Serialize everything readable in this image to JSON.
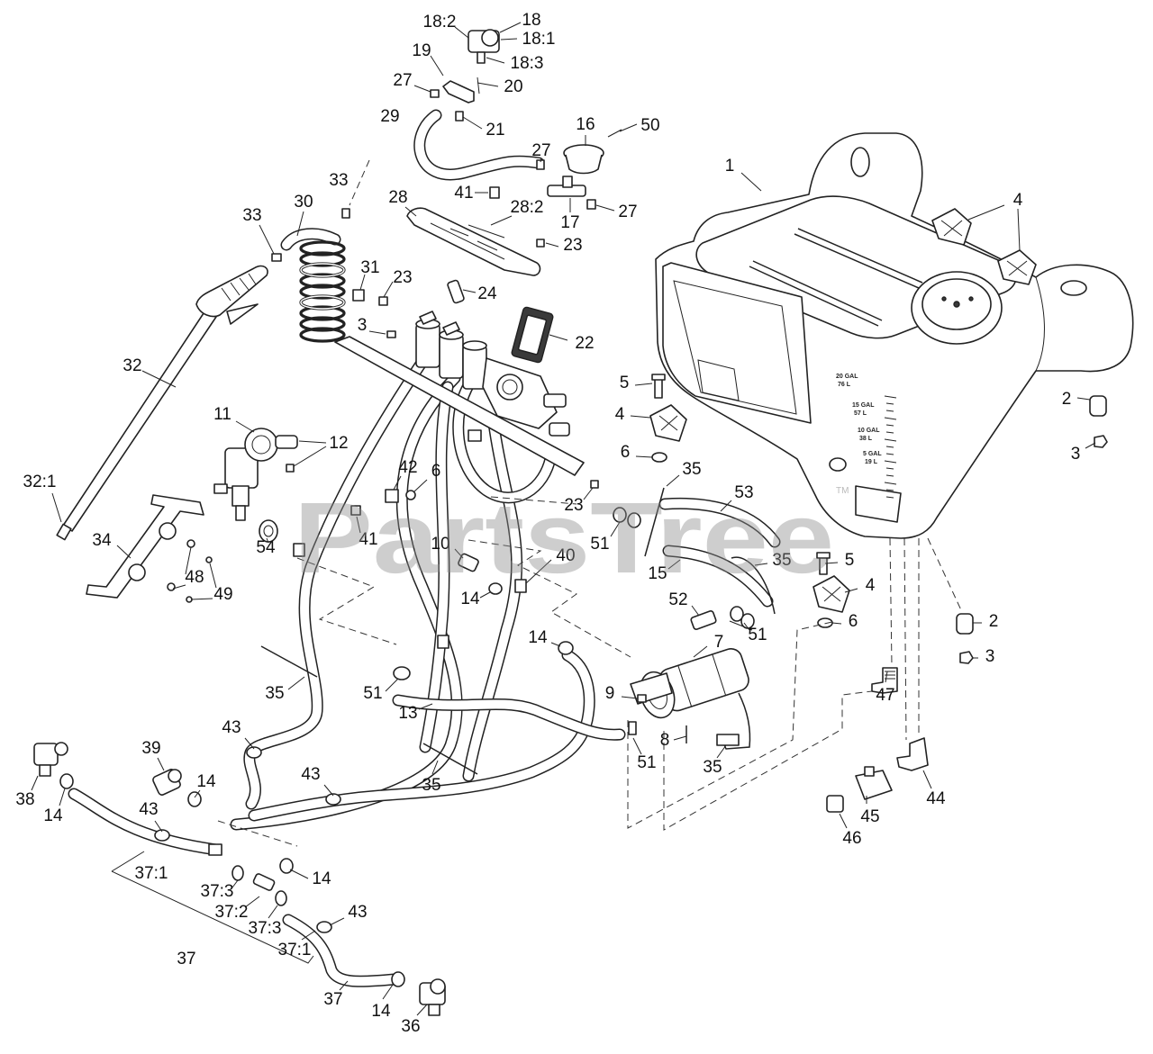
{
  "watermark": {
    "brand": "PartsTree",
    "tm": "TM"
  },
  "tank_labels": {
    "cap_20": "20 GAL",
    "l_20": "76 L",
    "cap_15": "15 GAL",
    "l_15": "57 L",
    "cap_10": "10 GAL",
    "l_10": "38 L",
    "cap_5": "5 GAL",
    "l_5": "19 L"
  },
  "callouts": [
    "18:2",
    "18",
    "18:1",
    "18:3",
    "19",
    "20",
    "27",
    "29",
    "21",
    "16",
    "50",
    "27",
    "1",
    "33",
    "41",
    "28",
    "28:2",
    "17",
    "27",
    "4",
    "33",
    "30",
    "23",
    "31",
    "23",
    "24",
    "3",
    "22",
    "32",
    "5",
    "4",
    "11",
    "12",
    "2",
    "3",
    "6",
    "32:1",
    "42",
    "6",
    "35",
    "53",
    "23",
    "41",
    "34",
    "54",
    "10",
    "51",
    "40",
    "5",
    "35",
    "15",
    "48",
    "14",
    "4",
    "49",
    "52",
    "6",
    "2",
    "51",
    "14",
    "7",
    "3",
    "35",
    "51",
    "9",
    "13",
    "47",
    "43",
    "8",
    "39",
    "51",
    "35",
    "43",
    "38",
    "14",
    "35",
    "44",
    "14",
    "43",
    "45",
    "46",
    "37:1",
    "14",
    "37:3",
    "37:2",
    "37:3",
    "43",
    "37:1",
    "37",
    "37",
    "14",
    "36"
  ]
}
